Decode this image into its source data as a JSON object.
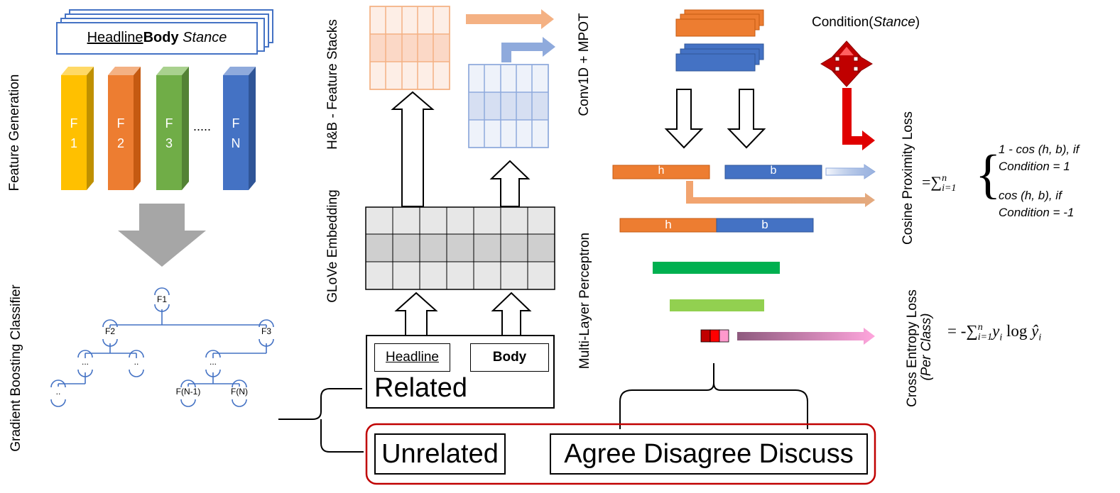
{
  "labels": {
    "feature_generation": "Feature Generation",
    "gradient_boosting": "Gradient Boosting Classifier",
    "glove_embedding": "GLoVe Embedding",
    "hb_feature_stacks": "H&B - Feature Stacks",
    "conv1d_mpot": "Conv1D + MPOT",
    "mlp": "Multi-Layer Perceptron",
    "cosine_loss": "Cosine Proximity Loss",
    "ce_loss": "Cross Entropy Loss",
    "ce_loss_sub": "(Per Class)",
    "condition": "Condition(",
    "condition_stance": "Stance",
    "condition_close": ")"
  },
  "doc_card": {
    "headline": "Headline",
    "body": "Body",
    "stance": "Stance"
  },
  "features": [
    {
      "line1": "F",
      "line2": "1",
      "color": "#FFC000"
    },
    {
      "line1": "F",
      "line2": "2",
      "color": "#ED7D31"
    },
    {
      "line1": "F",
      "line2": "3",
      "color": "#70AD47"
    },
    {
      "line1": "F",
      "line2": "N",
      "color": "#4472C4"
    }
  ],
  "features_ellipsis": ".....",
  "tree": {
    "root": "F1",
    "l1": "F2",
    "r1": "F3",
    "ll": "...",
    "lr": "..",
    "rl": "...",
    "lll": "..",
    "rll": "F(N-1)",
    "rlr": "F(N)"
  },
  "input_box": {
    "headline": "Headline",
    "body": "Body",
    "related": "Related"
  },
  "bottom_box": {
    "unrelated": "Unrelated",
    "agree": "Agree",
    "disagree": "Disagree",
    "discuss": "Discuss"
  },
  "vectors": {
    "h": "h",
    "b": "b"
  },
  "formula_cos": {
    "prefix": "=∑",
    "sub": "i=1",
    "sup": "n",
    "brace": "{",
    "case1_a": "1 - cos (h, b), if",
    "case1_b": "Condition = 1",
    "case2_a": "cos (h, b), if",
    "case2_b": "Condition = -1"
  },
  "formula_ce": {
    "prefix": "= -∑",
    "sub": "i=1",
    "sup": "n",
    "body": "y",
    "body_sub": "i",
    "log": " log ",
    "yhat": "ŷ",
    "yhat_sub": "i"
  },
  "colors": {
    "orange": "#ED7D31",
    "blue": "#4472C4",
    "green_dark": "#00B050",
    "green_light": "#92D050",
    "red": "#E00000",
    "dark_red": "#C00000",
    "pink": "#FF99CC"
  }
}
